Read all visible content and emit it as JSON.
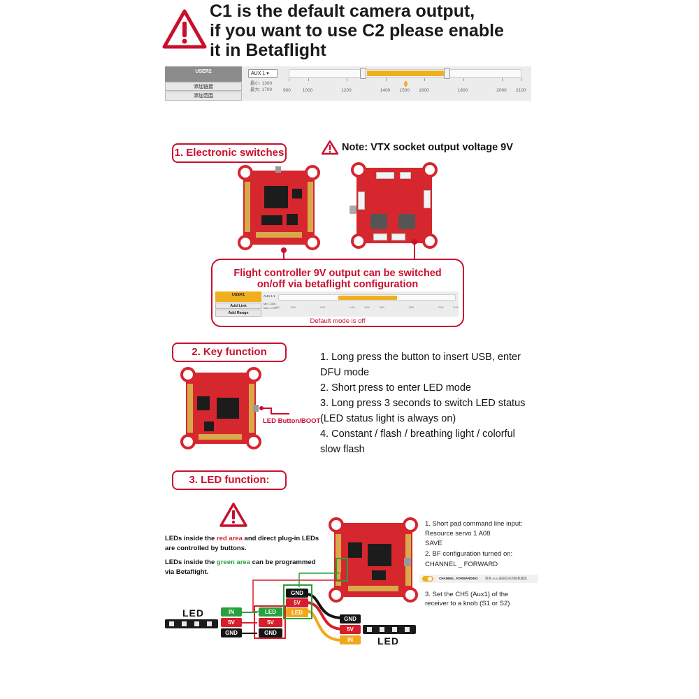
{
  "header": {
    "line1": "C1 is the default camera output,",
    "line2": "if you want to use C2 please enable",
    "line3": "it in Betaflight"
  },
  "aux_top": {
    "mode_name": "USER2",
    "add_link": "添加链接",
    "add_range": "添加范围",
    "channel": "AUX 1 ▾",
    "min_label": "最小: 1300",
    "max_label": "最大: 1700",
    "range_min": 1300,
    "range_max": 1700,
    "scale_min": 900,
    "scale_max": 2100,
    "ticks": [
      "900",
      "1000",
      "1200",
      "1400",
      "1500",
      "1600",
      "1800",
      "2000",
      "2100"
    ]
  },
  "section1": {
    "title": "1. Electronic switches",
    "note": "Note: VTX socket output voltage 9V",
    "callout_line1": "Flight controller 9V output can be switched",
    "callout_line2": "on/off via betaflight configuration",
    "mini_mode_name": "USER1",
    "mini_add_link": "Add Link",
    "mini_add_range": "Add Range",
    "mini_channel": "AUX 1 ▾",
    "mini_min": "Min: 1300",
    "mini_max": "Max: 1700",
    "default_mode": "Default mode is off"
  },
  "section2": {
    "title": "2. Key function",
    "button_label": "LED Button/BOOT",
    "lines": [
      "1. Long press the button to insert USB, enter",
      "DFU mode",
      "2. Short press to enter LED mode",
      "3. Long press 3 seconds to switch LED status",
      "(LED status light is always on)",
      "4. Constant / flash / breathing light / colorful",
      "slow flash"
    ]
  },
  "section3": {
    "title": "3. LED function:",
    "red_prefix": "LEDs inside the ",
    "red_word": "red area",
    "red_suffix": " and direct plug-in LEDs",
    "red_line2": "are controlled by buttons.",
    "green_prefix": "LEDs inside the ",
    "green_word": "green area",
    "green_suffix": " can be programmed",
    "green_line2": "via Betaflight.",
    "steps": [
      "1. Short pad command line input:",
      "Resource servo 1 A08",
      "SAVE",
      "2. BF configuration turned on:",
      "CHANNEL _ FORWARD"
    ],
    "toggle_label": "CHANNEL_FORWARDING",
    "toggle_desc": "转发 Aux 通道信号到舵机输出",
    "step3_line1": "3. Set the CH5 (Aux1) of the",
    "step3_line2": "receiver to a knob (S1 or S2)",
    "led_word": "LED",
    "left_tags": [
      "IN",
      "5V",
      "GND"
    ],
    "mid_tags": [
      "LED",
      "5V",
      "GND"
    ],
    "board_tags": [
      "GND",
      "5V",
      "LED"
    ],
    "right_tags": [
      "GND",
      "5V",
      "IN"
    ]
  },
  "colors": {
    "accent_red": "#c8102e",
    "slider_orange": "#f0b01e",
    "green": "#27a13b"
  }
}
